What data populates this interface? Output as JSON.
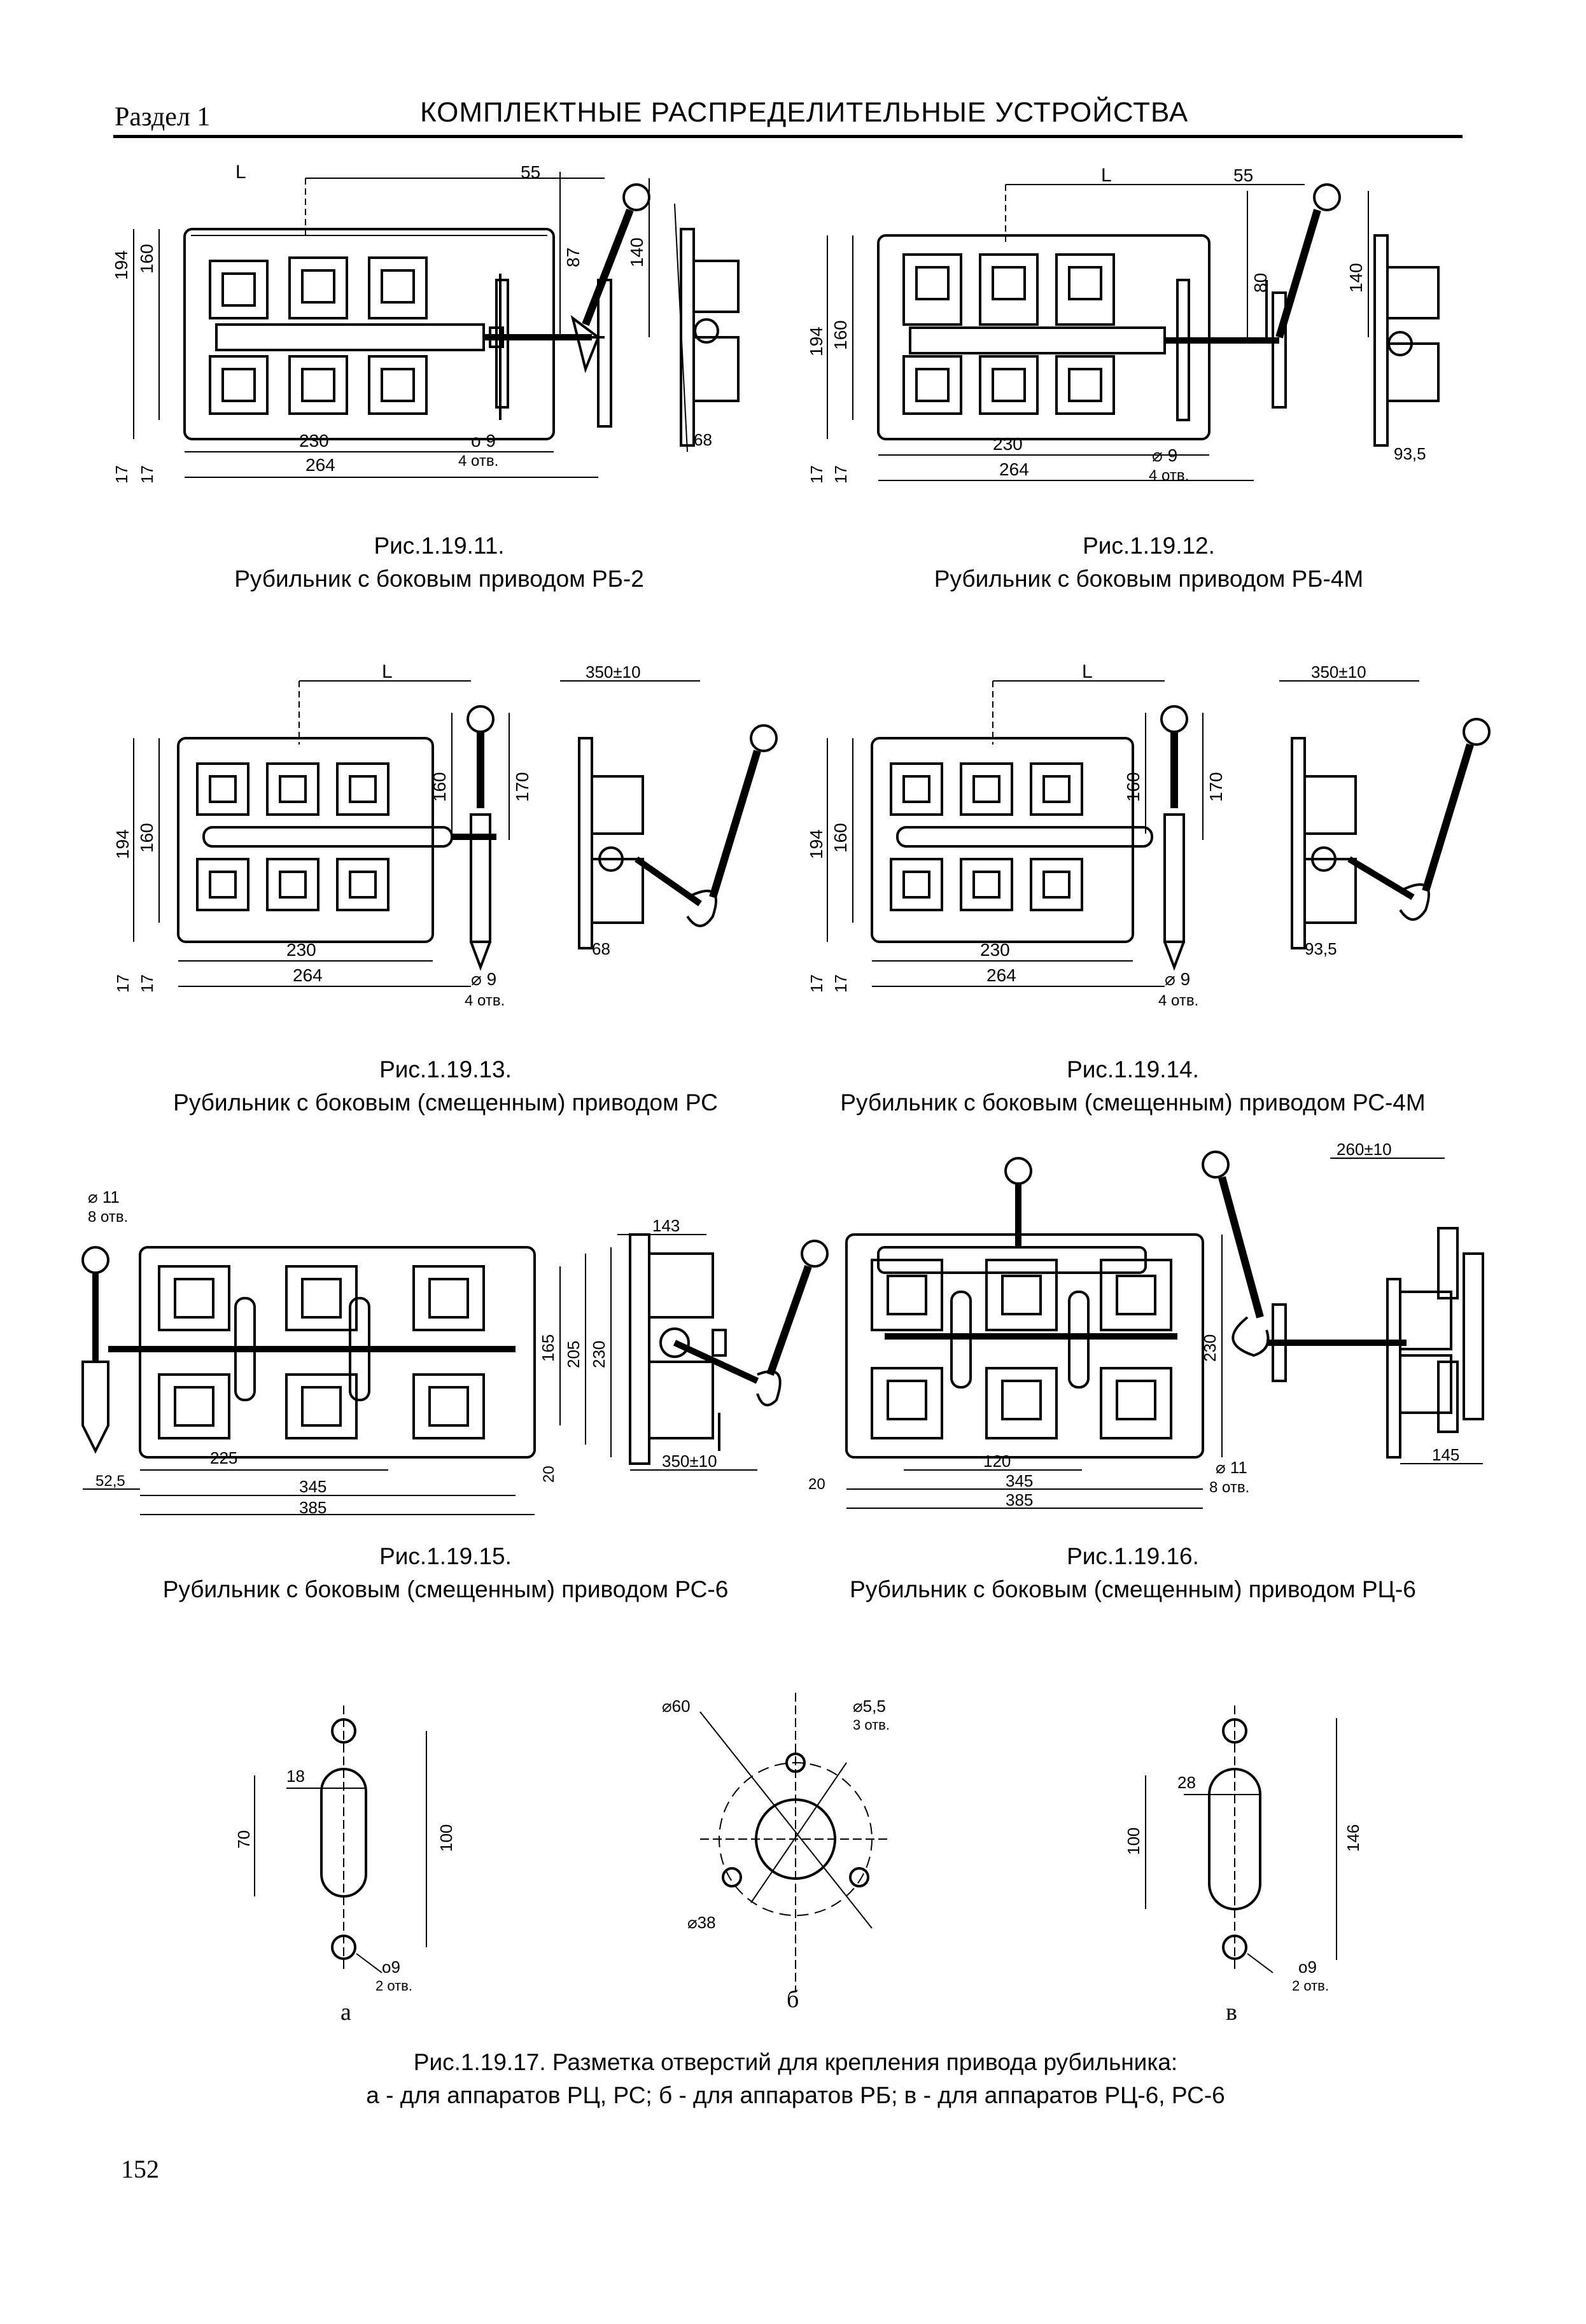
{
  "header": {
    "section": "Раздел 1",
    "title": "КОМПЛЕКТНЫЕ РАСПРЕДЕЛИТЕЛЬНЫЕ УСТРОЙСТВА"
  },
  "figures": [
    {
      "number": "Рис.1.19.11.",
      "caption": "Рубильник с боковым приводом РБ-2",
      "dims": {
        "l": "L",
        "a": "55",
        "b": "140",
        "c": "87",
        "h1": "194",
        "h2": "160",
        "s1": "17",
        "s2": "17",
        "w1": "230",
        "w2": "264",
        "hole": "ο 9",
        "holes": "4 отв.",
        "side": "68"
      }
    },
    {
      "number": "Рис.1.19.12.",
      "caption": "Рубильник с боковым приводом РБ-4М",
      "dims": {
        "l": "L",
        "a": "55",
        "b": "140",
        "c": "80",
        "h1": "194",
        "h2": "160",
        "s1": "17",
        "s2": "17",
        "w1": "230",
        "w2": "264",
        "hole": "⌀ 9",
        "holes": "4 отв.",
        "side": "93,5"
      }
    },
    {
      "number": "Рис.1.19.13.",
      "caption": "Рубильник с боковым (смещенным) приводом РС",
      "dims": {
        "l": "L",
        "a": "350±10",
        "b": "170",
        "c": "160",
        "h1": "194",
        "h2": "160",
        "s1": "17",
        "s2": "17",
        "w1": "230",
        "w2": "264",
        "hole": "⌀ 9",
        "holes": "4 отв.",
        "side": "68"
      }
    },
    {
      "number": "Рис.1.19.14.",
      "caption": "Рубильник с боковым (смещенным) приводом РС-4М",
      "dims": {
        "l": "L",
        "a": "350±10",
        "b": "170",
        "c": "160",
        "h1": "194",
        "h2": "160",
        "s1": "17",
        "s2": "17",
        "w1": "230",
        "w2": "264",
        "hole": "⌀ 9",
        "holes": "4 отв.",
        "side": "93,5"
      }
    },
    {
      "number": "Рис.1.19.15.",
      "caption": "Рубильник с боковым (смещенным) приводом РС-6",
      "dims": {
        "hole": "⌀ 11",
        "holes": "8 отв.",
        "a": "143",
        "h1": "165",
        "h2": "205",
        "h3": "230",
        "w1": "225",
        "w2": "345",
        "w3": "385",
        "off": "52,5",
        "s": "20",
        "drive": "350±10"
      }
    },
    {
      "number": "Рис.1.19.16.",
      "caption": "Рубильник с боковым (смещенным) приводом РЦ-6",
      "dims": {
        "a": "260±10",
        "h": "230",
        "w1": "120",
        "w2": "345",
        "w3": "385",
        "s": "20",
        "hole": "⌀ 11",
        "holes": "8 отв.",
        "side": "145"
      }
    }
  ],
  "fig17": {
    "a": {
      "w": "18",
      "h1": "70",
      "h2": "100",
      "hole": "ο9",
      "holes": "2 отв.",
      "label": "а"
    },
    "b": {
      "d1": "⌀60",
      "d2": "⌀5,5",
      "holes": "3 отв.",
      "d3": "⌀38",
      "label": "б"
    },
    "c": {
      "w": "28",
      "h1": "100",
      "h2": "146",
      "hole": "ο9",
      "holes": "2 отв.",
      "label": "в"
    },
    "caption_line1": "Рис.1.19.17. Разметка отверстий для крепления привода рубильника:",
    "caption_line2": "а - для аппаратов РЦ, РС; б - для аппаратов РБ; в - для аппаратов РЦ-6, РС-6"
  },
  "page_number": "152"
}
